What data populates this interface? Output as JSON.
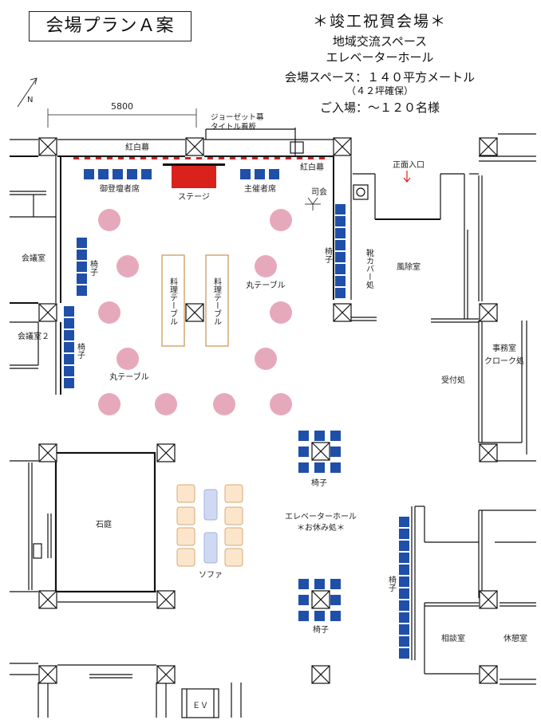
{
  "plan_title": "会場プランＡ案",
  "header": {
    "title": "＊竣工祝賀会場＊",
    "line1": "地域交流スペース",
    "line2": "エレベーターホール",
    "line3": "会場スペース：１４０平方メートル",
    "line4": "（４２坪確保）",
    "line5": "ご入場：～１２０名様"
  },
  "compass_north": "N",
  "dimension_label": "5800",
  "labels": {
    "closet_curtain": "ジョーゼット幕",
    "title_board": "タイトル看板",
    "red_white_left": "紅白幕",
    "red_white_right": "紅白幕",
    "guest_seats": "御登壇者席",
    "stage": "ステージ",
    "host_seats": "主催者席",
    "emcee": "司会",
    "front_entrance": "正面入口",
    "meeting_room": "会議室",
    "meeting_room_2": "会議室２",
    "chair_left_1": "椅子",
    "chair_left_2": "椅子",
    "chair_right": "椅子",
    "shoe_cover": "靴カバー処",
    "windbreak_room": "風除室",
    "food_table_1": "料理テーブル",
    "food_table_2": "料理テーブル",
    "round_table_right": "丸テーブル",
    "round_table_left": "丸テーブル",
    "office": "事務室",
    "cloak": "クローク処",
    "reception": "受付処",
    "chair_cluster_1": "椅子",
    "stone_garden": "石庭",
    "elevator_hall": "エレベーターホール",
    "rest_area": "＊お休み処＊",
    "sofa": "ソファ",
    "chair_cluster_2": "椅子",
    "chair_bottom_right": "椅子",
    "consult_room": "相談室",
    "lounge": "休憩室",
    "ev": "ＥＶ"
  },
  "colors": {
    "chair_blue": "#1f4fa8",
    "stage_red": "#d9221c",
    "round_table_pink": "#e6a9bb",
    "food_table_border": "#c9924e",
    "sofa_fill": "#fbe6cc",
    "sofa_border": "#d7aa76",
    "sofa_table_fill": "#cfd9f2",
    "curtain_red": "#cc2020"
  }
}
